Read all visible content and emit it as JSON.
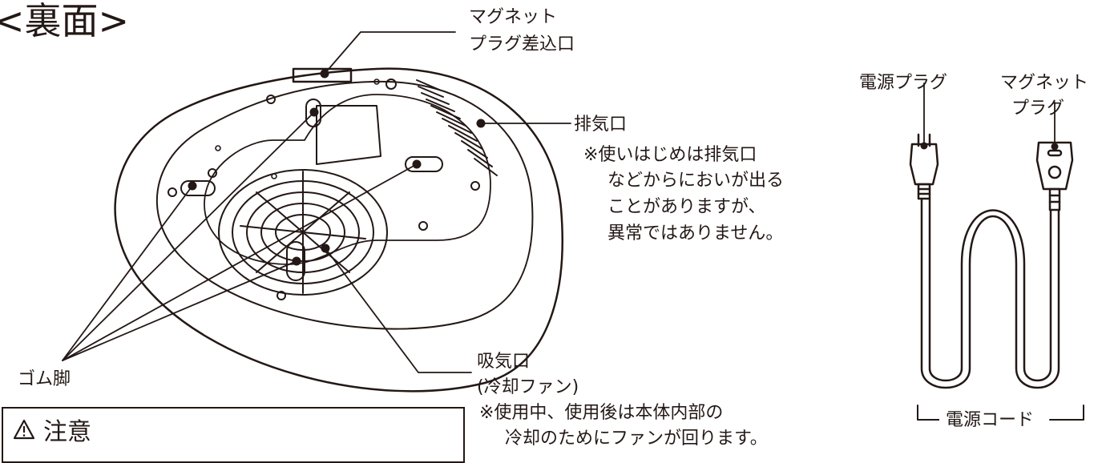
{
  "title": "<裏面>",
  "labels": {
    "magnet_port_1": "マグネット",
    "magnet_port_2": "プラグ差込口",
    "exhaust": "排気口",
    "exhaust_note_1": "※使いはじめは排気口",
    "exhaust_note_2": "などからにおいが出る",
    "exhaust_note_3": "ことがありますが、",
    "exhaust_note_4": "異常ではありません。",
    "rubber_feet": "ゴム脚",
    "intake": "吸気口",
    "intake_sub": "(冷却ファン)",
    "intake_note_1": "※使用中、使用後は本体内部の",
    "intake_note_2": "冷却のためにファンが回ります。",
    "power_plug": "電源プラグ",
    "magnet_plug_1": "マグネット",
    "magnet_plug_2": "プラグ",
    "power_cord": "電源コード"
  },
  "caution": {
    "label": "注意",
    "icon": "warning-triangle-icon"
  },
  "colors": {
    "line": "#231815",
    "background": "#ffffff"
  }
}
